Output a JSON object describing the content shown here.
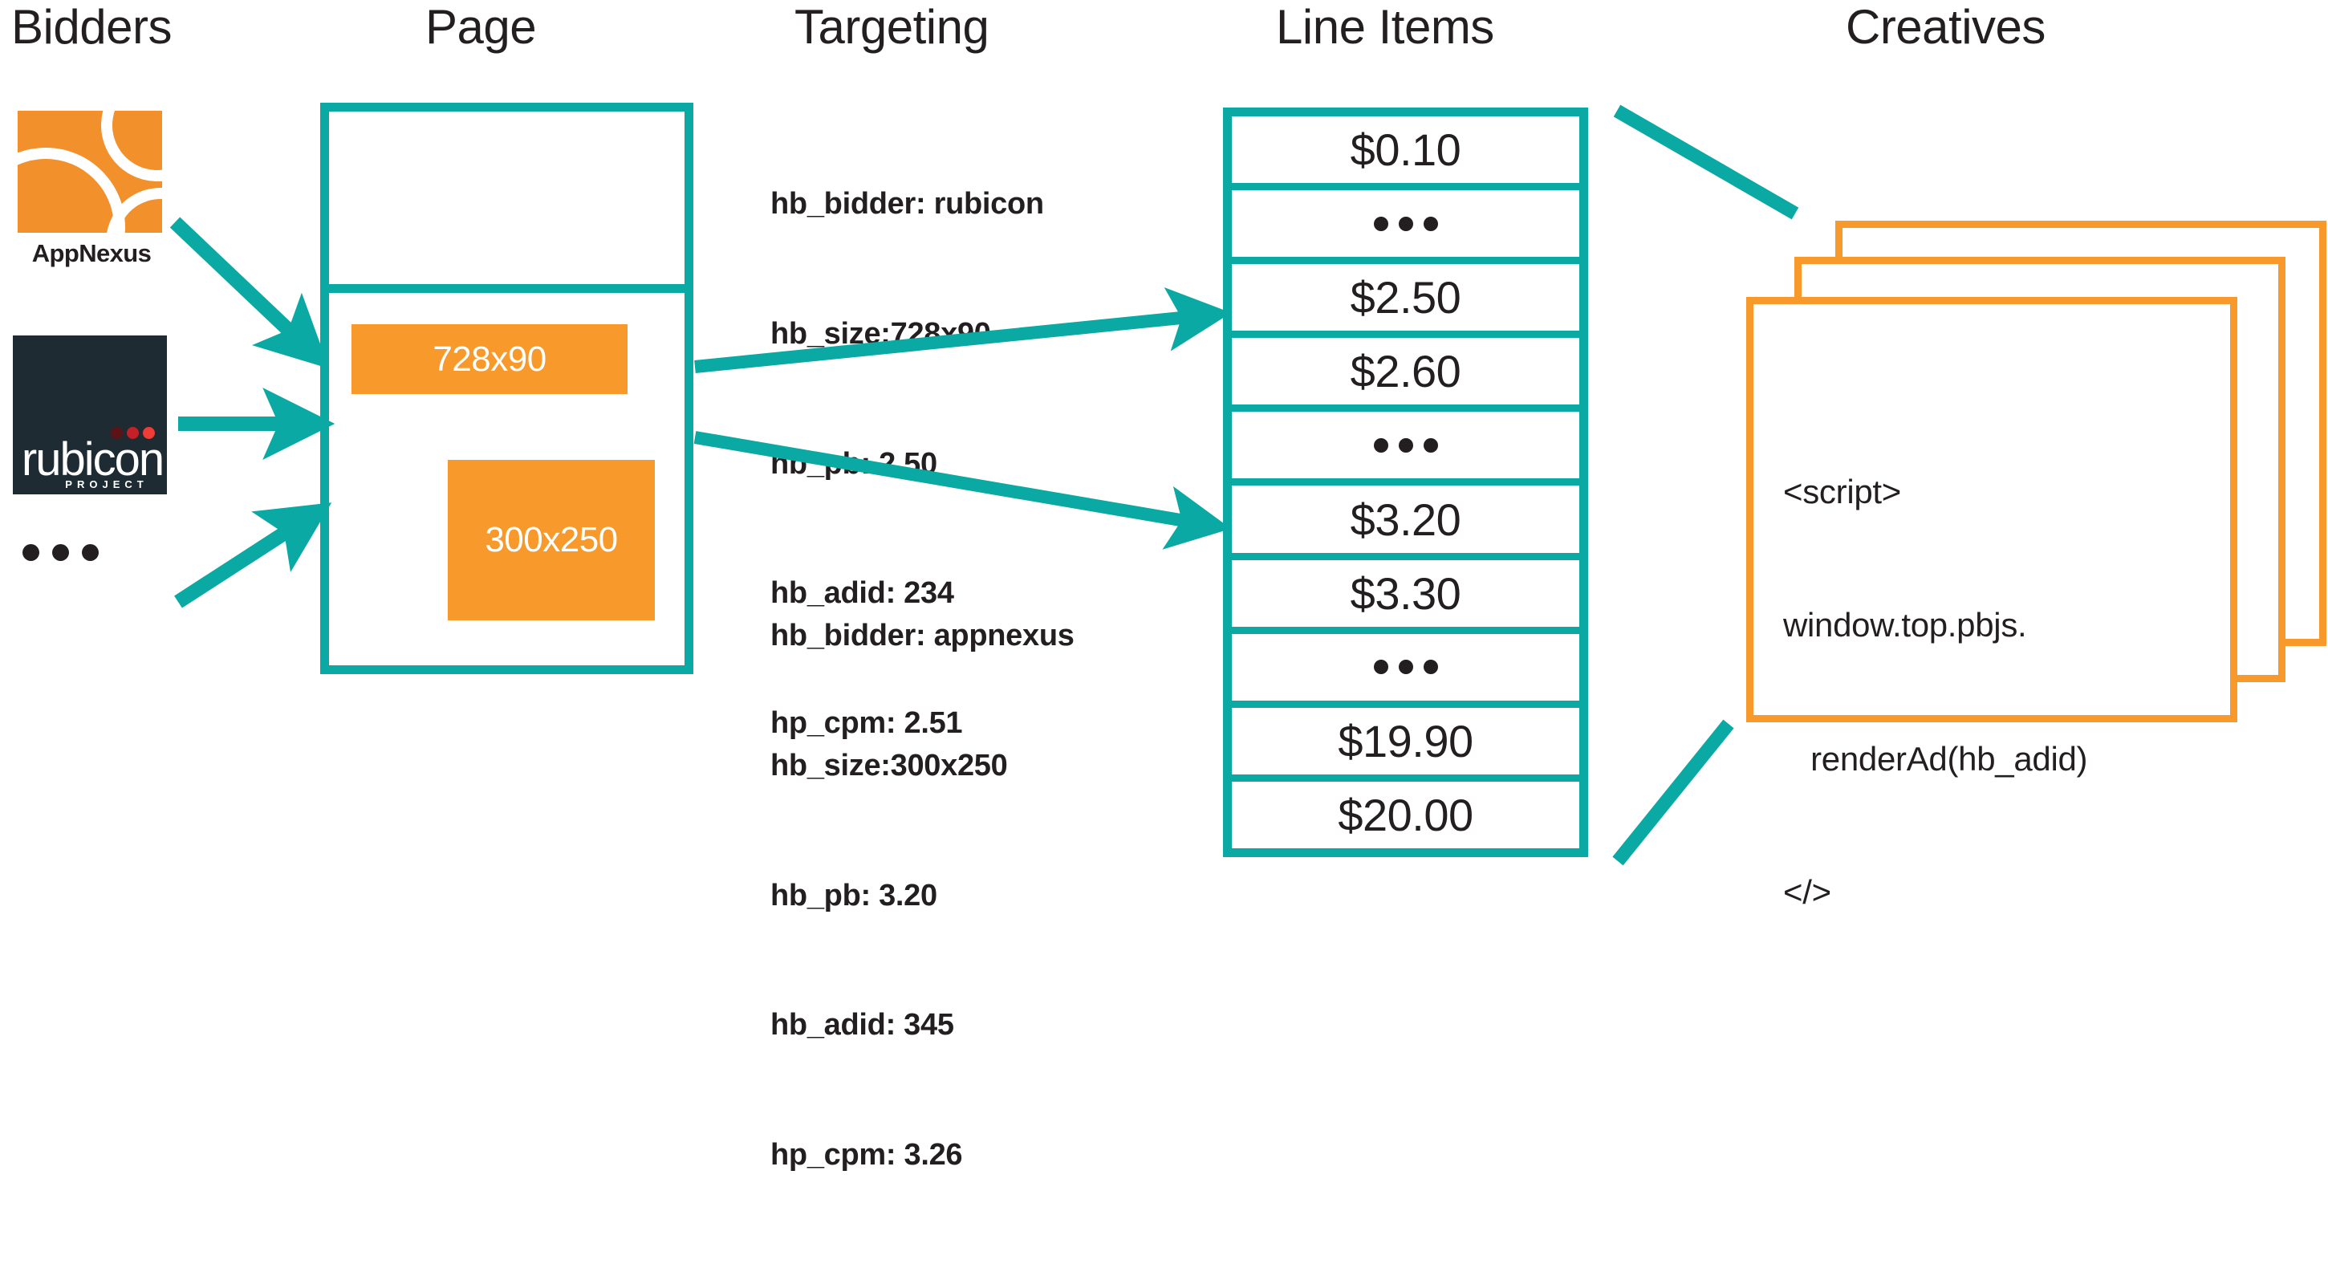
{
  "columns": {
    "bidders": "Bidders",
    "page": "Page",
    "targeting": "Targeting",
    "line_items": "Line Items",
    "creatives": "Creatives"
  },
  "bidders": {
    "appnexus": {
      "label": "AppNexus",
      "logo_color": "#f2902b",
      "icon": "appnexus-logo-icon"
    },
    "rubicon": {
      "wordmark": "rubicon",
      "sub": "PROJECT",
      "logo_bg": "#1e2b33",
      "dot_colors": [
        "#5a1417",
        "#c32028",
        "#f03c36"
      ],
      "icon": "rubicon-project-logo-icon"
    },
    "more_indicator": "•••"
  },
  "page": {
    "ad_slots": [
      {
        "label": "728x90",
        "color": "#f89a2b"
      },
      {
        "label": "300x250",
        "color": "#f89a2b"
      }
    ],
    "border_color": "#0ba9a3"
  },
  "targeting": {
    "blocks": [
      {
        "lines": [
          "hb_bidder: rubicon",
          "hb_size:728x90",
          "hb_pb: 2.50",
          "hb_adid: 234",
          "hp_cpm: 2.51"
        ]
      },
      {
        "lines": [
          "hb_bidder: appnexus",
          "hb_size:300x250",
          "hb_pb: 3.20",
          "hb_adid: 345",
          "hp_cpm: 3.26"
        ]
      }
    ]
  },
  "line_items": {
    "border_color": "#0ba9a3",
    "rows": [
      {
        "type": "value",
        "label": "$0.10"
      },
      {
        "type": "ellipsis",
        "label": "•••"
      },
      {
        "type": "value",
        "label": "$2.50"
      },
      {
        "type": "value",
        "label": "$2.60"
      },
      {
        "type": "ellipsis",
        "label": "•••"
      },
      {
        "type": "value",
        "label": "$3.20"
      },
      {
        "type": "value",
        "label": "$3.30"
      },
      {
        "type": "ellipsis",
        "label": "•••"
      },
      {
        "type": "value",
        "label": "$19.90"
      },
      {
        "type": "value",
        "label": "$20.00"
      }
    ]
  },
  "creatives": {
    "border_color": "#f89a2b",
    "card_count": 3,
    "code_lines": [
      "<script>",
      "window.top.pbjs.",
      "   renderAd(hb_adid)",
      "</>"
    ]
  },
  "theme": {
    "teal": "#0ba9a3",
    "orange": "#f89a2b",
    "dark": "#231f20",
    "background": "#ffffff"
  }
}
